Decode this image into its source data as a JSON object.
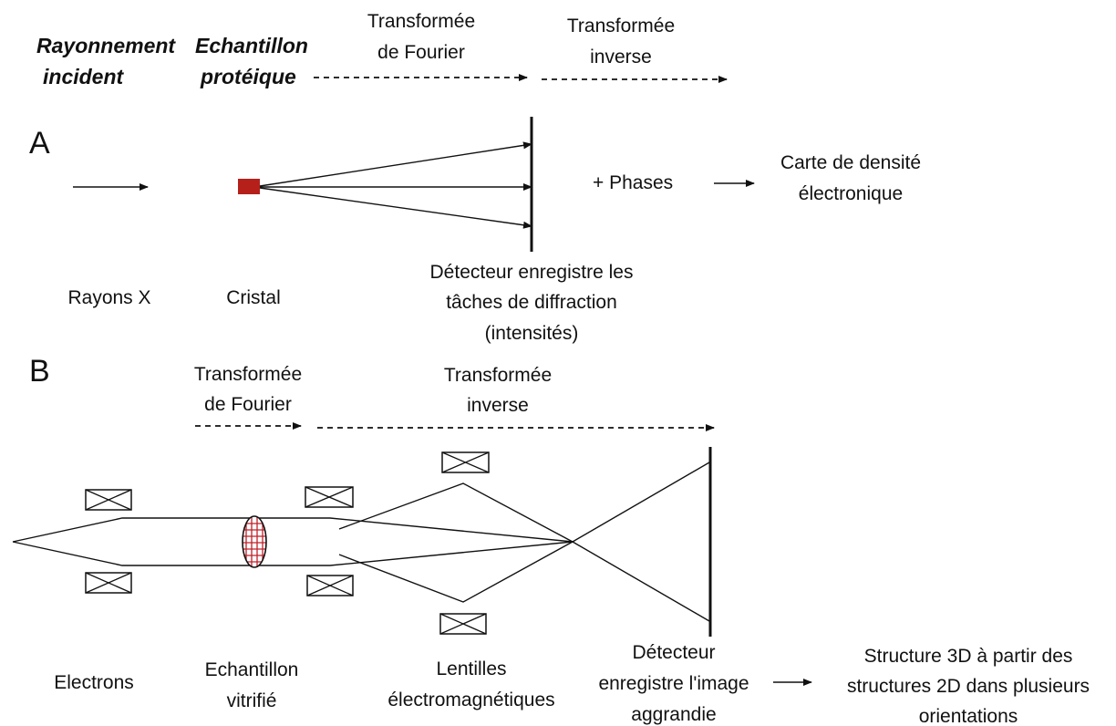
{
  "header": {
    "incident_line1": "Rayonnement",
    "incident_line2": "incident",
    "sample_line1": "Echantillon",
    "sample_line2": "protéique",
    "fourier_line1": "Transformée",
    "fourier_line2": "de Fourier",
    "inverse_line1": "Transformée",
    "inverse_line2": "inverse"
  },
  "panel_a": {
    "letter": "A",
    "source": "Rayons X",
    "sample": "Cristal",
    "detector_line1": "Détecteur enregistre les",
    "detector_line2": "tâches de diffraction",
    "detector_line3": "(intensités)",
    "phases": "+ Phases",
    "result_line1": "Carte de densité",
    "result_line2": "électronique"
  },
  "panel_b": {
    "letter": "B",
    "fourier_line1": "Transformée",
    "fourier_line2": "de Fourier",
    "inverse_line1": "Transformée",
    "inverse_line2": "inverse",
    "source": "Electrons",
    "sample_line1": "Echantillon",
    "sample_line2": "vitrifié",
    "lens_line1": "Lentilles",
    "lens_line2": "électromagnétiques",
    "detector_line1": "Détecteur",
    "detector_line2": "enregistre l'image",
    "detector_line3": "aggrandie",
    "result_line1": "Structure 3D à partir des",
    "result_line2": "structures 2D dans plusieurs",
    "result_line3": "orientations"
  },
  "colors": {
    "crystal": "#b5201b",
    "grid": "#c0202a",
    "ink": "#111111"
  }
}
